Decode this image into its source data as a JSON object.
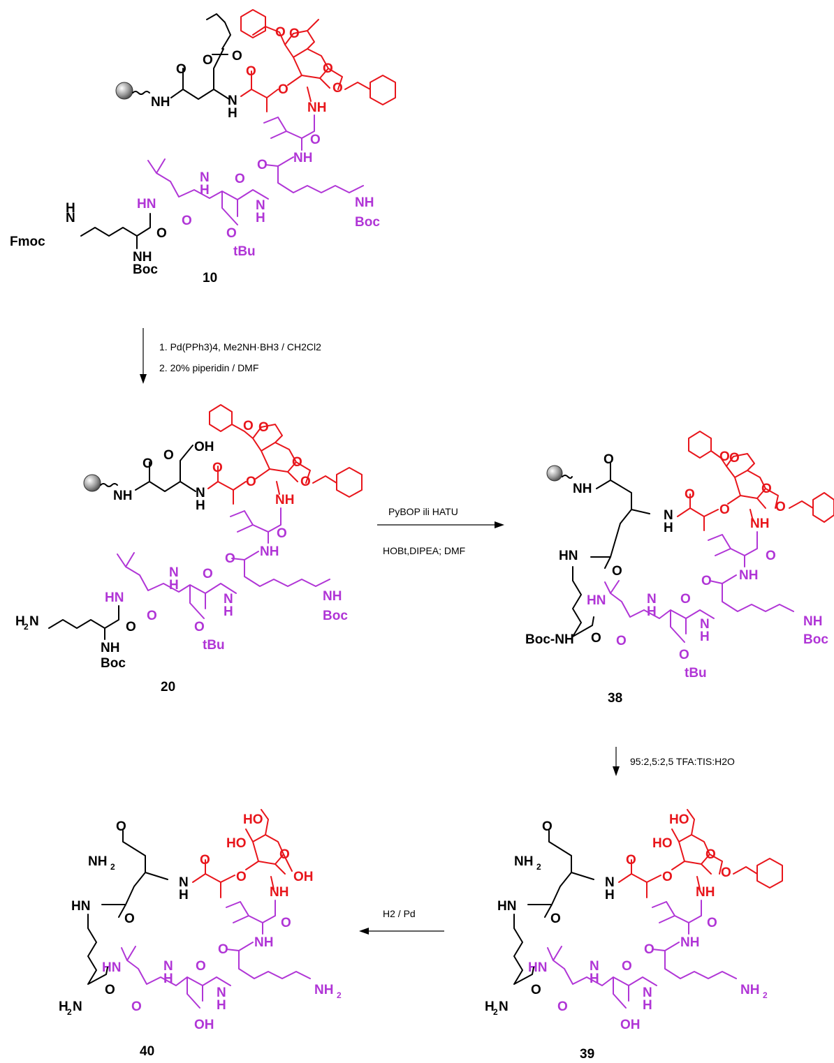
{
  "compounds": [
    {
      "id": "c10",
      "number": "10"
    },
    {
      "id": "c20",
      "number": "20"
    },
    {
      "id": "c38",
      "number": "38"
    },
    {
      "id": "c39",
      "number": "39"
    },
    {
      "id": "c40",
      "number": "40"
    }
  ],
  "steps": [
    {
      "from": "10",
      "to": "20",
      "lines": [
        "1. Pd(PPh3)4, Me2NH·BH3 / CH2Cl2",
        "2. 20% piperidin / DMF"
      ]
    },
    {
      "from": "20",
      "to": "38",
      "lines": [
        "PyBOP ili HATU",
        "HOBt,DIPEA; DMF"
      ]
    },
    {
      "from": "38",
      "to": "39",
      "lines": [
        "95:2,5:2,5 TFA:TIS:H2O"
      ]
    },
    {
      "from": "39",
      "to": "40",
      "lines": [
        "H2 / Pd"
      ]
    }
  ],
  "labels": {
    "fmoc": "Fmoc",
    "nh": "NH",
    "n": "N",
    "h": "H",
    "hn": "HN",
    "boc": "Boc",
    "boc_nh": "Boc-NH",
    "o": "O",
    "oh": "OH",
    "ho": "HO",
    "otbu": "tBu",
    "nh2": "NH",
    "h2n": "H",
    "sub2": "2",
    "sub3": "3",
    "sub4": "4"
  },
  "colors": {
    "glyco": "#e8151b",
    "peptide": "#b035d6",
    "core": "#000000"
  },
  "icons": [
    "resin-bead-icon",
    "reaction-arrow-icon"
  ]
}
